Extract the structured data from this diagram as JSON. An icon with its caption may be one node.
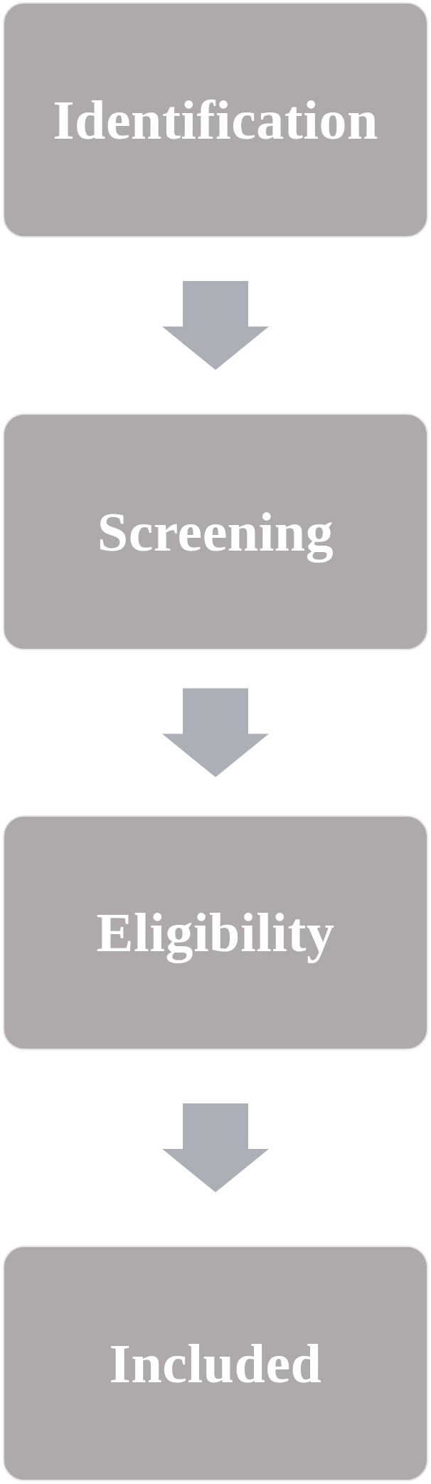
{
  "diagram": {
    "nodes": [
      {
        "text": [
          "Identification"
        ]
      },
      {
        "text": [
          "Screening"
        ]
      },
      {
        "text": [
          "Eligibility"
        ]
      },
      {
        "text": [
          "Included"
        ]
      }
    ],
    "edges": [
      {
        "from": 0,
        "to": 1,
        "arrow": "to"
      },
      {
        "from": 1,
        "to": 2,
        "arrow": "to"
      },
      {
        "from": 2,
        "to": 3,
        "arrow": "to"
      }
    ]
  }
}
